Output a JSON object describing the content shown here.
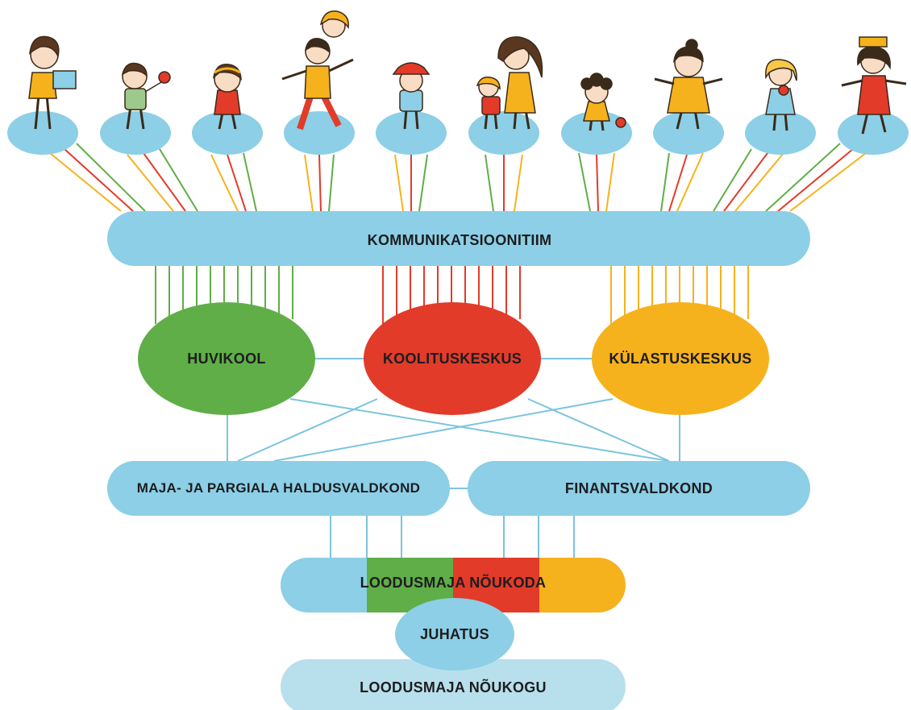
{
  "diagram": {
    "communication_team": "KOMMUNIKATSIOONITIIM",
    "units": {
      "hobby_school": "HUVIKOOL",
      "training_center": "KOOLITUSKESKUS",
      "visitor_center": "KÜLASTUSKESKUS"
    },
    "departments": {
      "property": "MAJA- JA PARGIALA HALDUSVALDKOND",
      "finance": "FINANTSVALDKOND"
    },
    "council": "LOODUSMAJA NÕUKODA",
    "board": "JUHATUS",
    "supervisory_board": "LOODUSMAJA NÕUKOGU"
  },
  "colors": {
    "blue": "#8ccfe6",
    "light_blue": "#b8e0ec",
    "green": "#5fae47",
    "red": "#e23b2a",
    "yellow": "#f6b21c",
    "connector": "#7cc4de"
  },
  "people": [
    {
      "name": "girl-reading-book"
    },
    {
      "name": "boy-with-flower"
    },
    {
      "name": "girl-with-headband"
    },
    {
      "name": "man-with-child-on-shoulders"
    },
    {
      "name": "boy-with-red-hat"
    },
    {
      "name": "woman-with-girl"
    },
    {
      "name": "curly-girl-with-flower"
    },
    {
      "name": "woman-with-bun"
    },
    {
      "name": "blonde-girl-with-flower"
    },
    {
      "name": "teacher-with-book-on-head"
    }
  ]
}
